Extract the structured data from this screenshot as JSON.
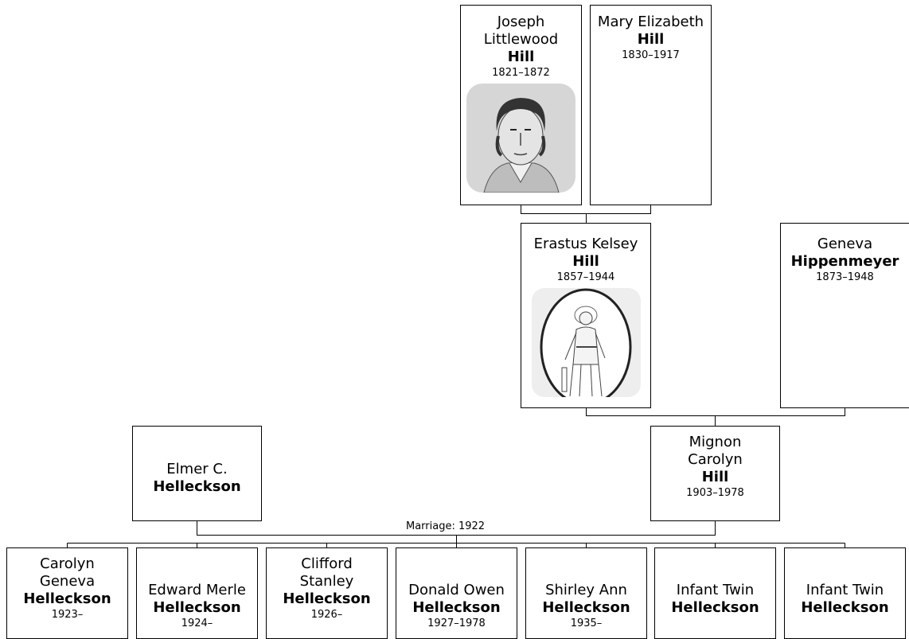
{
  "tree": {
    "great_grandparents": {
      "father": {
        "given": "Joseph Littlewood",
        "surname": "Hill",
        "dates": "1821–1872",
        "portrait": "engraved-man-portrait"
      },
      "mother": {
        "given": "Mary Elizabeth",
        "surname": "Hill",
        "dates": "1830–1917"
      }
    },
    "grandparents": {
      "father": {
        "given": "Erastus Kelsey",
        "surname": "Hill",
        "dates": "1857–1944",
        "portrait": "oval-standing-figure-portrait"
      },
      "mother": {
        "given": "Geneva",
        "surname": "Hippenmeyer",
        "dates": "1873–1948"
      }
    },
    "parents": {
      "father": {
        "given": "Elmer C.",
        "surname": "Helleckson"
      },
      "mother": {
        "given": "Mignon Carolyn",
        "surname": "Hill",
        "dates": "1903–1978"
      },
      "marriage": "Marriage: 1922"
    },
    "children": [
      {
        "given": "Carolyn Geneva",
        "surname": "Helleckson",
        "dates": "1923–"
      },
      {
        "given": "Edward Merle",
        "surname": "Helleckson",
        "dates": "1924–"
      },
      {
        "given": "Clifford Stanley",
        "surname": "Helleckson",
        "dates": "1926–"
      },
      {
        "given": "Donald Owen",
        "surname": "Helleckson",
        "dates": "1927–1978"
      },
      {
        "given": "Shirley Ann",
        "surname": "Helleckson",
        "dates": "1935–"
      },
      {
        "given": "Infant Twin",
        "surname": "Helleckson"
      },
      {
        "given": "Infant Twin",
        "surname": "Helleckson"
      }
    ]
  }
}
